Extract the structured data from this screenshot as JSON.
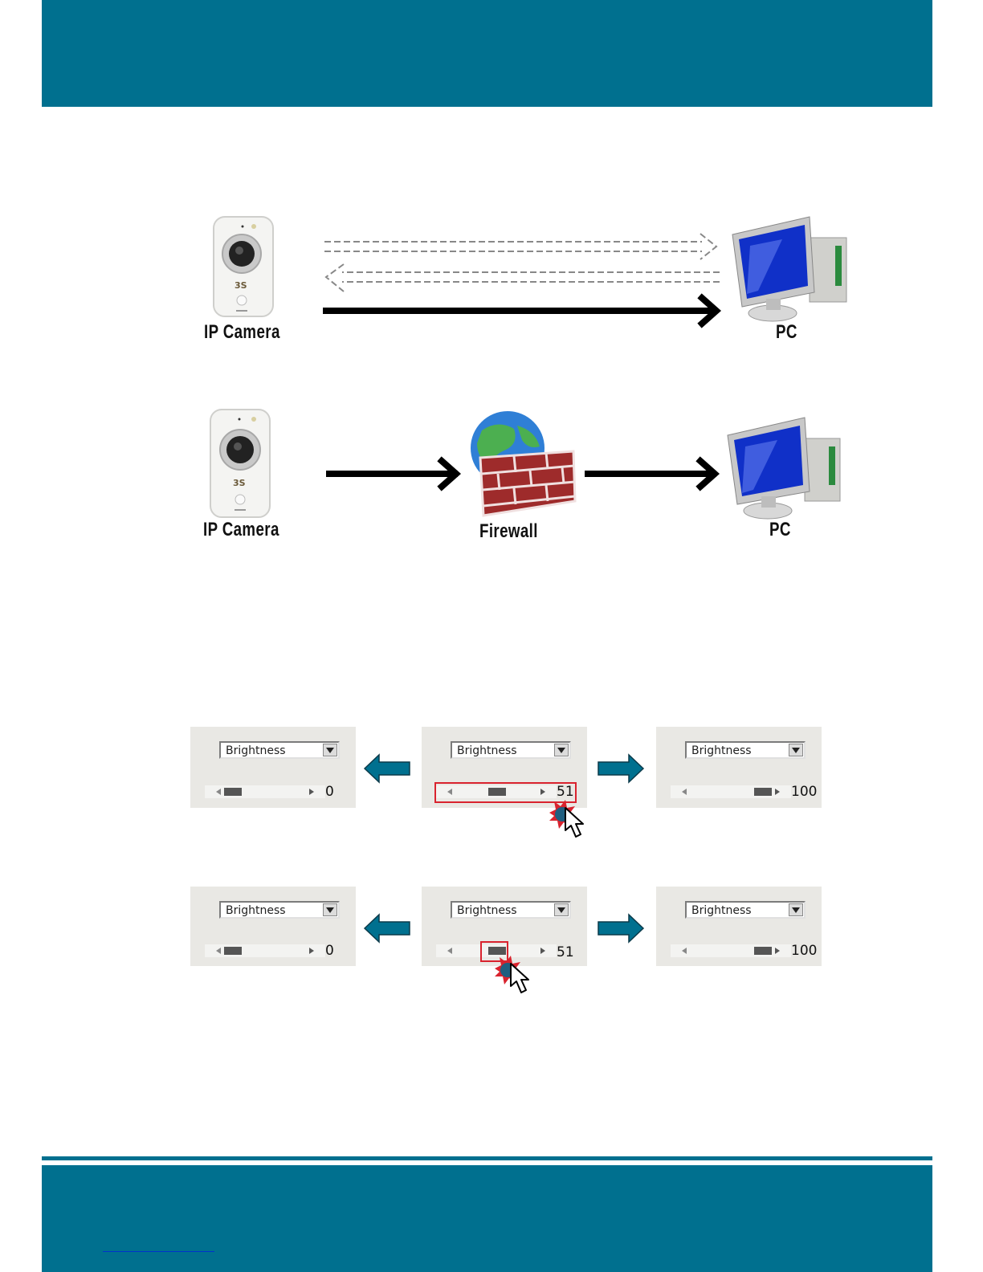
{
  "colors": {
    "band": "#00708f",
    "arrow_blue": "#00708f",
    "highlight_red": "#d9232e"
  },
  "diagram_top": {
    "camera_label": "IP Camera",
    "pc_label": "PC"
  },
  "diagram_bottom": {
    "camera_label": "IP Camera",
    "firewall_label": "Firewall",
    "pc_label": "PC"
  },
  "slider_demo_1": {
    "left": {
      "dropdown": "Brightness",
      "value": "0",
      "thumb_level": 0
    },
    "center": {
      "dropdown": "Brightness",
      "value": "51",
      "thumb_level": 51
    },
    "right": {
      "dropdown": "Brightness",
      "value": "100",
      "thumb_level": 100
    }
  },
  "slider_demo_2": {
    "left": {
      "dropdown": "Brightness",
      "value": "0",
      "thumb_level": 0
    },
    "center": {
      "dropdown": "Brightness",
      "value": "51",
      "thumb_level": 51
    },
    "right": {
      "dropdown": "Brightness",
      "value": "100",
      "thumb_level": 100
    }
  }
}
